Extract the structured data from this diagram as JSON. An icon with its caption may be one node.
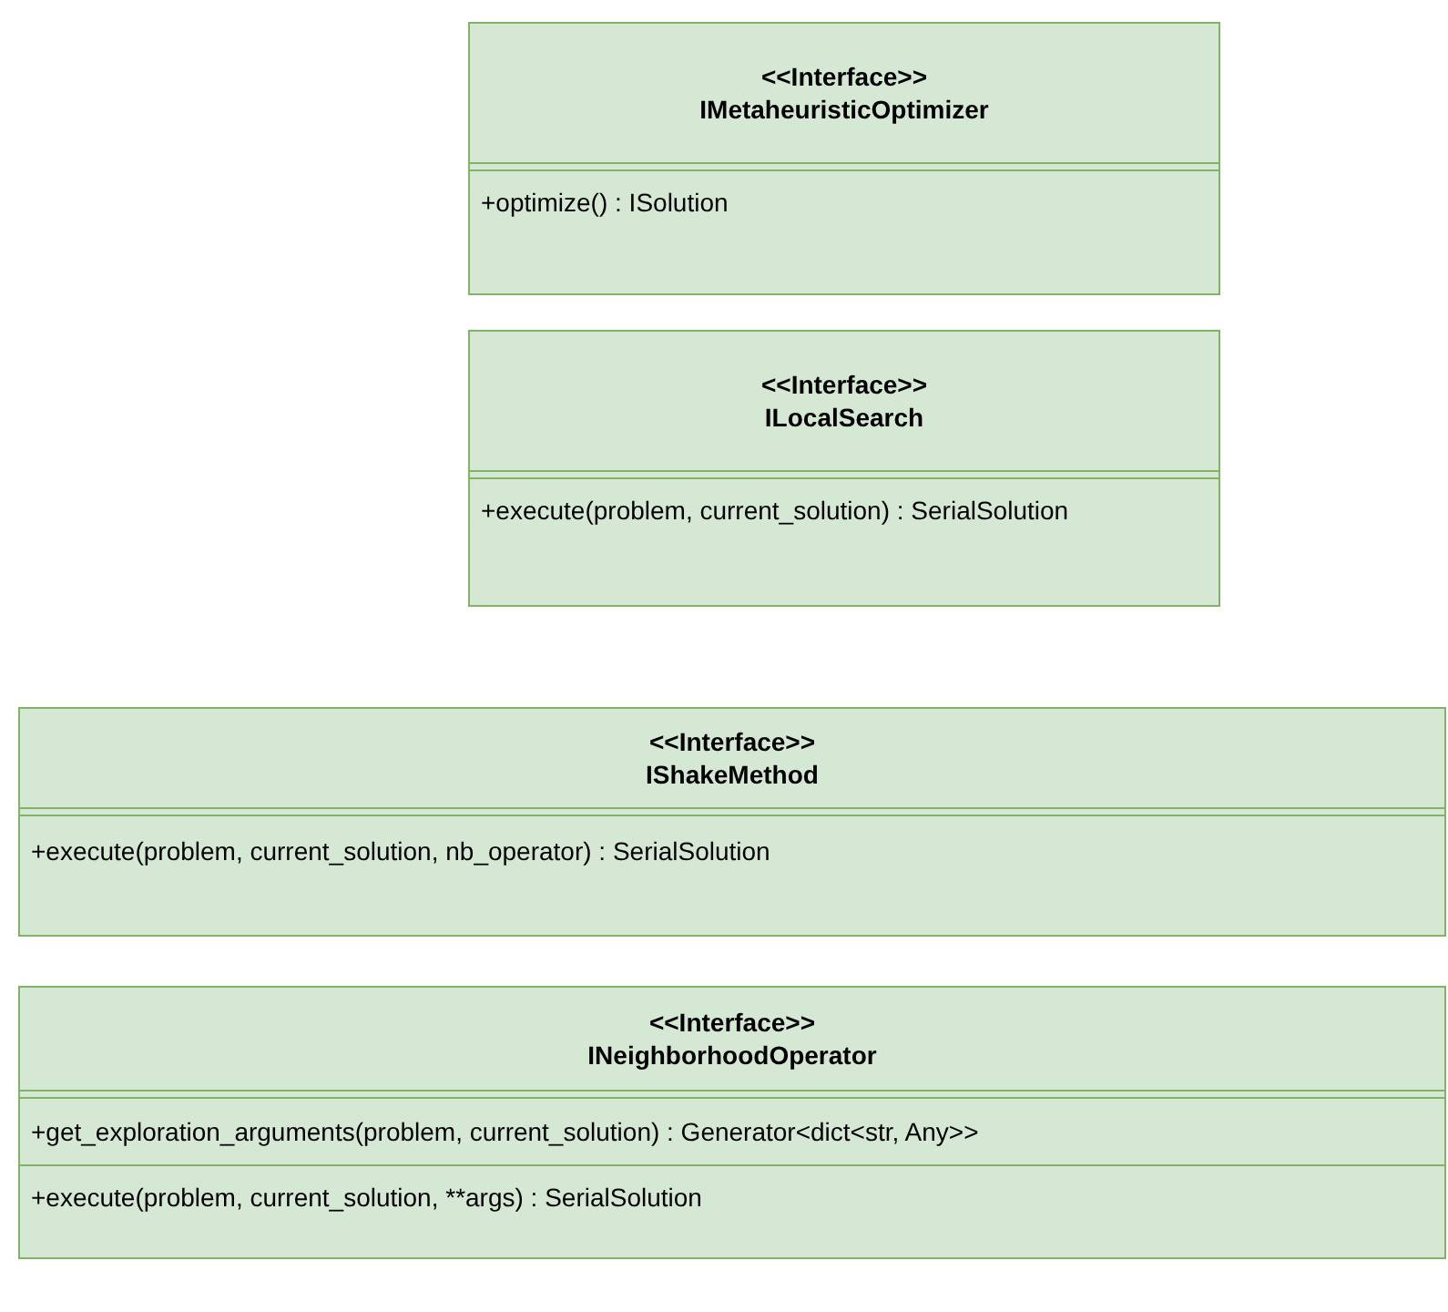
{
  "diagram": {
    "nodes": [
      {
        "text": [
          "<<Interface>> IMetaheuristicOptimizer",
          "+optimize() : ISolution"
        ]
      },
      {
        "text": [
          "<<Interface>> ILocalSearch",
          "+execute(problem, current_solution) : SerialSolution"
        ]
      },
      {
        "text": [
          "<<Interface>> IShakeMethod",
          "+execute(problem, current_solution, nb_operator) : SerialSolution"
        ]
      },
      {
        "text": [
          "<<Interface>> INeighborhoodOperator",
          "+get_exploration_arguments(problem, current_solution) : Generator<dict<str, Any>>",
          "+execute(problem, current_solution, **args) : SerialSolution"
        ]
      }
    ]
  }
}
